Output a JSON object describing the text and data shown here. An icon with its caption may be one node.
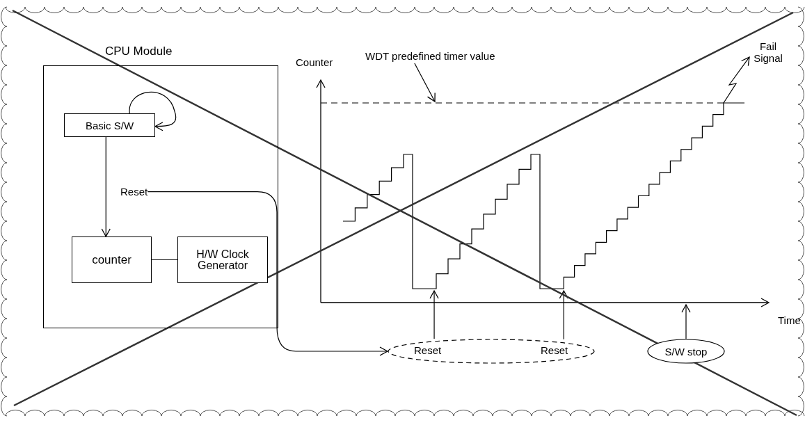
{
  "diagram": {
    "nodes": [
      {
        "text": [
          "CPU Module"
        ]
      },
      {
        "text": [
          "Basic S/W"
        ],
        "in": 0
      },
      {
        "text": [
          "counter"
        ],
        "in": 0
      },
      {
        "text": [
          "H/W Clock Generator"
        ],
        "in": 0
      },
      {
        "text": [
          "Reset"
        ],
        "in": 0
      },
      {
        "text": [
          "Reset",
          "Reset"
        ]
      },
      {
        "text": [
          "S/W stop"
        ]
      },
      {
        "text": [
          "WDT predefined timer value"
        ]
      },
      {
        "text": [
          "Fail Signal"
        ]
      }
    ],
    "edges": [
      {
        "from": 1,
        "to": 1,
        "arrow": "to"
      },
      {
        "from": 1,
        "to": 2,
        "arrow": "to"
      },
      {
        "from": 2,
        "to": 3,
        "arrow": "none"
      },
      {
        "from": 4,
        "to": 5,
        "arrow": "to"
      },
      {
        "from": 5,
        "to": null,
        "arrow": "to"
      },
      {
        "from": 5,
        "to": null,
        "arrow": "to"
      },
      {
        "from": 6,
        "to": null,
        "arrow": "to"
      },
      {
        "from": 7,
        "to": null,
        "arrow": "to"
      },
      {
        "from": null,
        "to": 8,
        "arrow": "to"
      }
    ],
    "labels": [
      "Counter",
      "Time"
    ]
  }
}
